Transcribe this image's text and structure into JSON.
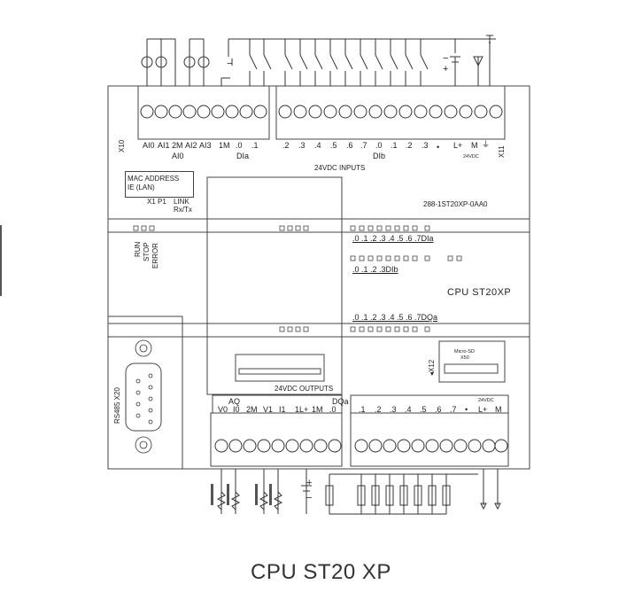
{
  "device": {
    "caption": "CPU ST20 XP",
    "model_label": "CPU  ST20XP",
    "order_number": "288-1ST20XP-0AA0",
    "inputs_title": "24VDC INPUTS",
    "outputs_title": "24VDC OUTPUTS",
    "x10": "X10",
    "x11": "X11",
    "x12": "◂X12",
    "rs485": "RS485 X20",
    "mac_line1": "MAC ADDRESS",
    "mac_line2": "IE (LAN)",
    "x1p1": "X1 P1",
    "link": "LINK",
    "rxtx": "Rx/Tx",
    "leds": [
      "RUN",
      "STOP",
      "ERROR"
    ]
  },
  "top_terminals": {
    "analog_labels": [
      "AI0",
      "AI1",
      "2M",
      "AI2",
      "AI3"
    ],
    "analog_group": "AI0",
    "dia_labels": [
      "1M",
      ".0",
      ".1"
    ],
    "dia_group": "DIa",
    "dib_labels": [
      ".2",
      ".3",
      ".4",
      ".5",
      ".6",
      ".7",
      ".0",
      ".1",
      ".2",
      ".3"
    ],
    "dib_group": "DIb",
    "power_labels": [
      "L+",
      "M",
      "⏚"
    ],
    "power_caption": "24VDC",
    "dot": "•"
  },
  "status_rows": {
    "dia": ".0 .1 .2 .3 .4 .5 .6 .7DIa",
    "dib": ".0 .1 .2 .3DIb",
    "dqa": ".0 .1 .2 .3 .4 .5 .6 .7DQa"
  },
  "bottom_terminals": {
    "aq_group": "AQ",
    "aq_labels": [
      "V0",
      "I0",
      "2M",
      "V1",
      "I1"
    ],
    "dq_group": "DQa",
    "dq_labels": [
      "1L+",
      "1M",
      ".0",
      ".1",
      ".2",
      ".3",
      ".4",
      ".5",
      ".6",
      ".7"
    ],
    "power_caption": "24VDC",
    "power_labels": [
      "L+",
      "M"
    ],
    "dot": "•"
  },
  "microsd": {
    "line1": "Micro-SD",
    "line2": "X50"
  },
  "supply_signs": {
    "minus": "−",
    "plus": "+"
  }
}
